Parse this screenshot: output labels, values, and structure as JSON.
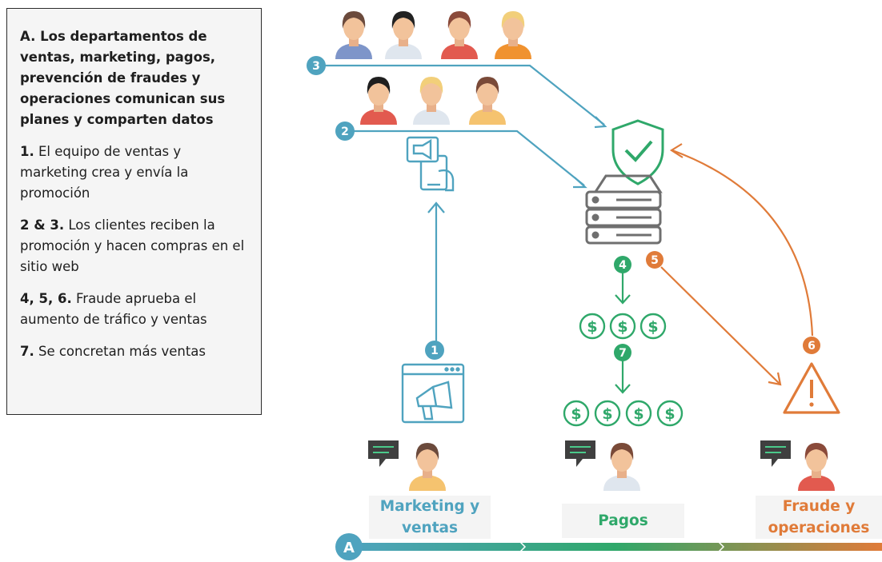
{
  "legend": {
    "heading": "A. Los departamentos de ventas, marketing, pagos, prevención de fraudes y operaciones comunican sus planes y comparten datos",
    "steps": [
      {
        "num": "1.",
        "text": " El equipo de ventas y marketing crea y envía la promoción"
      },
      {
        "num": "2 & 3.",
        "text": " Los clientes reciben la promoción y hacen compras en el sitio web"
      },
      {
        "num": "4, 5, 6.",
        "text": " Fraude aprueba el aumento de tráfico y ventas"
      },
      {
        "num": "7.",
        "text": " Se concretan más ventas"
      }
    ]
  },
  "departments": [
    {
      "label_line1": "Marketing y",
      "label_line2": "ventas",
      "color": "#4fa3bf"
    },
    {
      "label_line1": "Pagos",
      "label_line2": "",
      "color": "#2fa86a"
    },
    {
      "label_line1": "Fraude y",
      "label_line2": "operaciones",
      "color": "#e07b39"
    }
  ],
  "markers": {
    "1": "1",
    "2": "2",
    "3": "3",
    "4": "4",
    "5": "5",
    "6": "6",
    "7": "7",
    "A": "A"
  },
  "currency_symbol": "$",
  "colors": {
    "blue": "#4fa3bf",
    "green": "#2fa86a",
    "orange": "#e07b39",
    "gray": "#6f6f6f"
  },
  "icons": [
    "megaphone-icon",
    "phone-promo-icon",
    "shield-check-icon",
    "server-icon",
    "dollar-coin-icon",
    "warning-icon",
    "chat-bubble-icon",
    "person-avatar"
  ]
}
